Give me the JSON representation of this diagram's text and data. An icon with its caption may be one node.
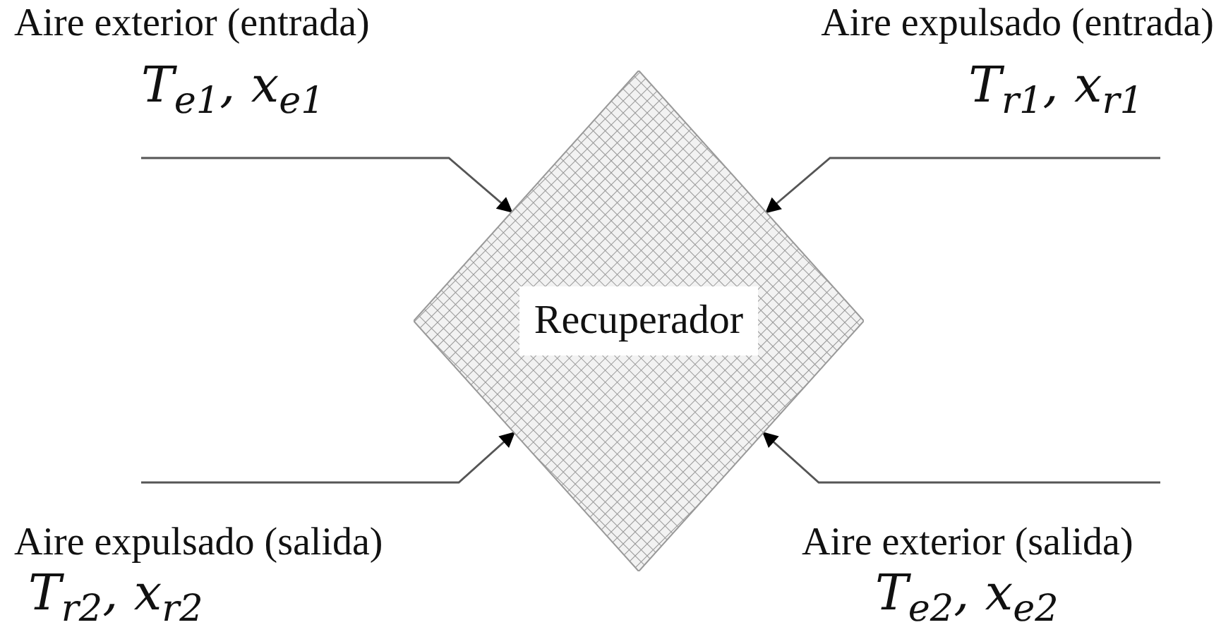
{
  "diagram": {
    "nodes": [
      {
        "text": [
          "Aire exterior (entrada)",
          "T$_{e1}$, x$_{e1}$"
        ]
      },
      {
        "text": [
          "Aire expulsado (entrada)",
          "T$_{r1}$, x$_{r1}$"
        ]
      },
      {
        "text": [
          "Recuperador"
        ]
      },
      {
        "text": [
          "Aire expulsado (salida)",
          "T$_{r2}$, x$_{r2}$"
        ]
      },
      {
        "text": [
          "Aire exterior (salida)",
          "T$_{e2}$, x$_{e2}$"
        ]
      }
    ],
    "edges": [
      {
        "from": 0,
        "to": 2,
        "arrow": "to"
      },
      {
        "from": 1,
        "to": 2,
        "arrow": "to"
      },
      {
        "from": 3,
        "to": 2,
        "arrow": "to"
      },
      {
        "from": 4,
        "to": 2,
        "arrow": "to"
      }
    ]
  }
}
